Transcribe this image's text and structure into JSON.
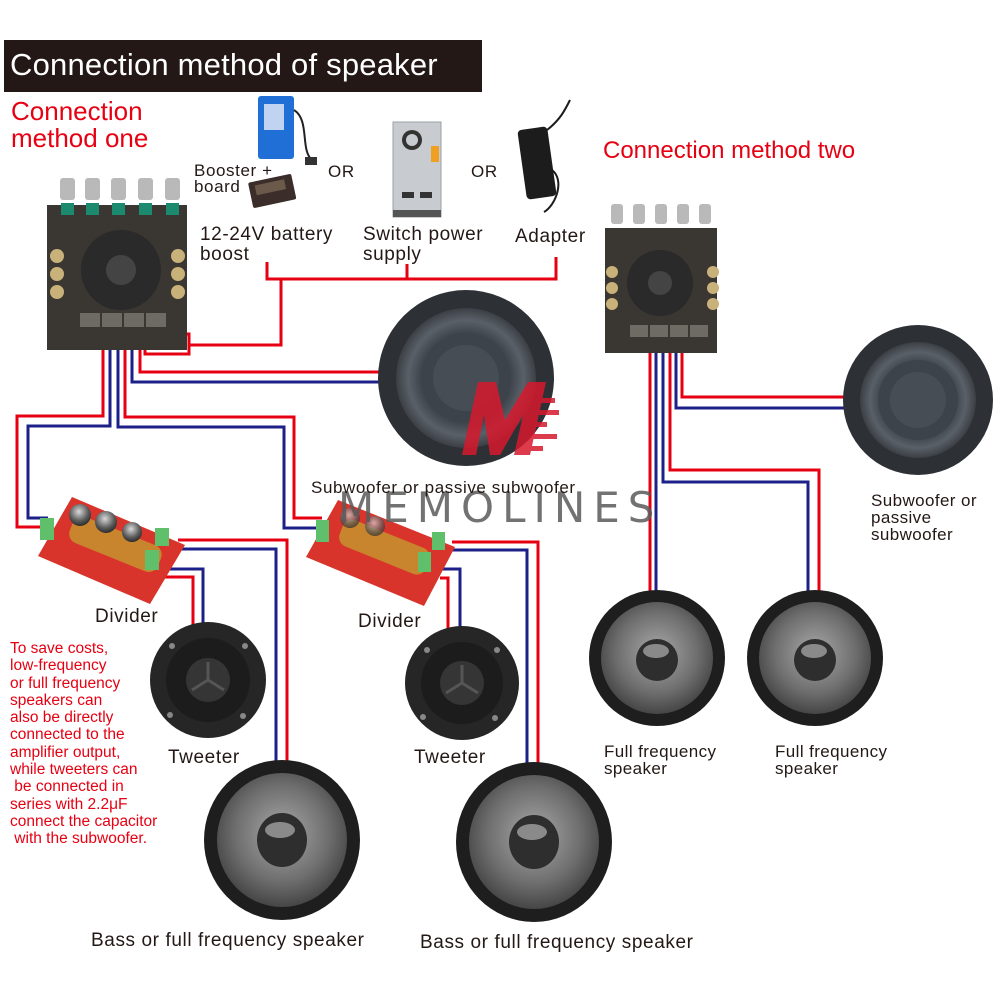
{
  "title": "Connection method of speaker",
  "method_one": {
    "heading_line1": "Connection",
    "heading_line2": "method one",
    "power_sources": [
      {
        "label_line1": "Booster +",
        "label_line2": "board",
        "caption_line1": "12-24V battery",
        "caption_line2": "boost",
        "icon": "battery-booster-icon"
      },
      {
        "caption_line1": "Switch power",
        "caption_line2": "supply",
        "icon": "switch-power-supply-icon"
      },
      {
        "caption_line1": "Adapter",
        "icon": "power-adapter-icon"
      }
    ],
    "or_labels": [
      "OR",
      "OR"
    ],
    "subwoofer_label": "Subwoofer or passive subwoofer",
    "divider_labels": [
      "Divider",
      "Divider"
    ],
    "tweeter_labels": [
      "Tweeter",
      "Tweeter"
    ],
    "bass_labels": [
      "Bass or full frequency speaker",
      "Bass or full frequency speaker"
    ],
    "note": "To save costs,\nlow-frequency\nor full frequency\nspeakers can\nalso be directly\nconnected to the\namplifier output,\nwhile tweeters can\n be connected in\nseries with 2.2μF\nconnect the capacitor\n with the subwoofer."
  },
  "method_two": {
    "heading": "Connection method two",
    "subwoofer_label_line1": "Subwoofer or",
    "subwoofer_label_line2": "passive",
    "subwoofer_label_line3": "subwoofer",
    "full_freq_labels": [
      {
        "line1": "Full frequency",
        "line2": "speaker"
      },
      {
        "line1": "Full frequency",
        "line2": "speaker"
      }
    ]
  },
  "watermark": {
    "logo_letter": "M",
    "text": "MEMOLINES"
  },
  "colors": {
    "wire_positive": "#e60012",
    "wire_negative": "#1d2088",
    "title_bg": "#231815",
    "accent_red": "#e60012"
  }
}
